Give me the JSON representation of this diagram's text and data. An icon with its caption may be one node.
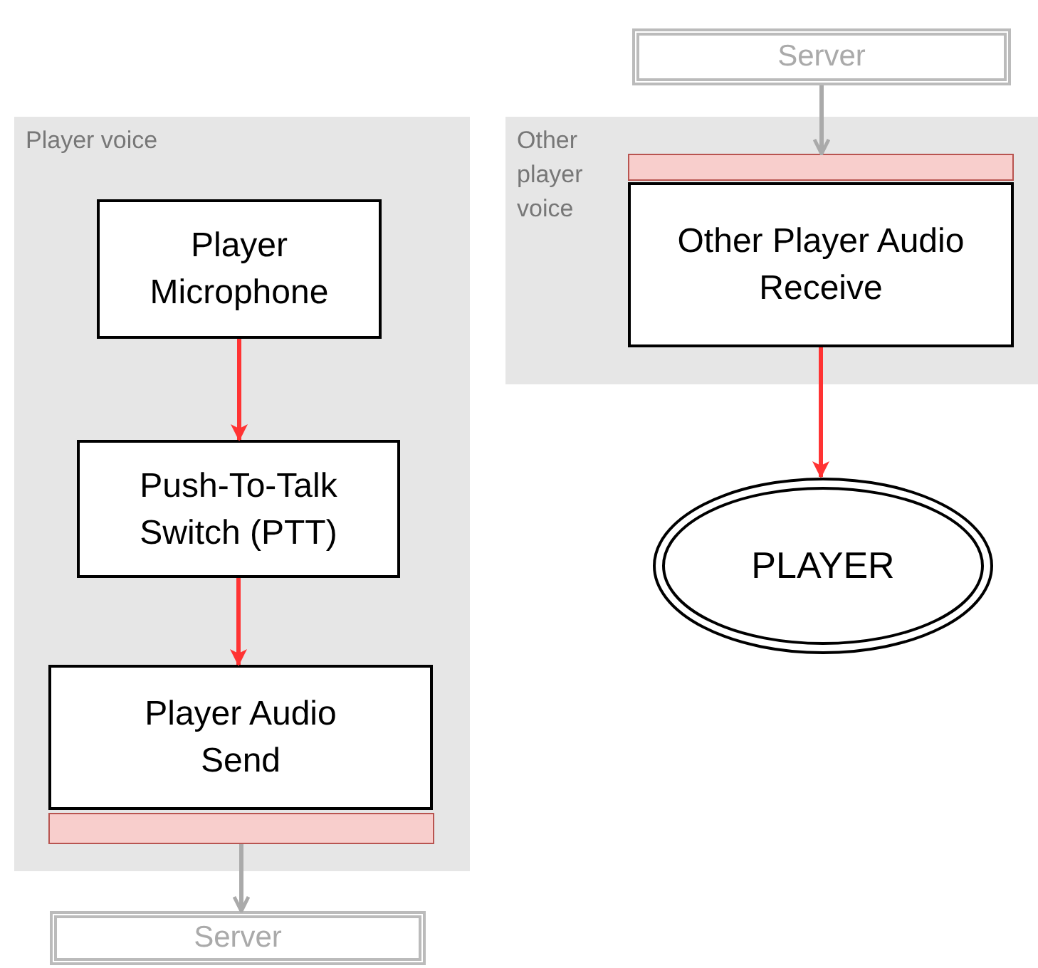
{
  "diagram": {
    "nodes": [
      {
        "text": [
          "Player voice"
        ]
      },
      {
        "text": [
          "Player Microphone"
        ],
        "in": 0
      },
      {
        "text": [
          "Push-To-Talk Switch (PTT)"
        ],
        "in": 0
      },
      {
        "text": [
          "Player Audio Send"
        ],
        "in": 0
      },
      {
        "text": [],
        "shape": "bar",
        "in": 0
      },
      {
        "text": [
          "Server"
        ]
      },
      {
        "text": [
          "Other player voice"
        ]
      },
      {
        "text": [
          "Server"
        ]
      },
      {
        "text": [],
        "shape": "bar",
        "in": 6
      },
      {
        "text": [
          "Other Player Audio Receive"
        ],
        "in": 6
      },
      {
        "text": [
          "PLAYER"
        ]
      }
    ],
    "edges": [
      {
        "from": 1,
        "to": 2,
        "arrow": "to"
      },
      {
        "from": 2,
        "to": 3,
        "arrow": "to"
      },
      {
        "from": 4,
        "to": 5,
        "arrow": "to",
        "color": "#aaaaaa"
      },
      {
        "from": 7,
        "to": 8,
        "arrow": "to",
        "color": "#aaaaaa"
      },
      {
        "from": 9,
        "to": 10,
        "arrow": "to"
      }
    ]
  }
}
